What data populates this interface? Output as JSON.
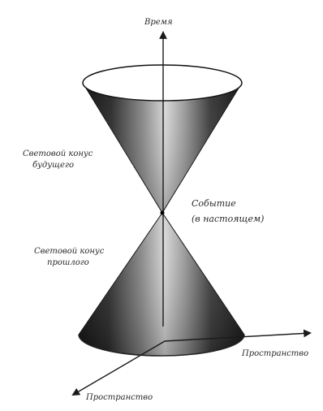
{
  "labels": {
    "time_axis": "Время",
    "future_cone_line1": "Световой конус",
    "future_cone_line2": "будущего",
    "event_line1": "Событие",
    "event_line2": "(в настоящем)",
    "past_cone_line1": "Световой конус",
    "past_cone_line2": "прошлого",
    "space_axis_right": "Пространство",
    "space_axis_front": "Пространство"
  },
  "colors": {
    "ink": "#1a1a1a",
    "cone_dark": "#111111",
    "cone_light": "#d8d8d8"
  }
}
